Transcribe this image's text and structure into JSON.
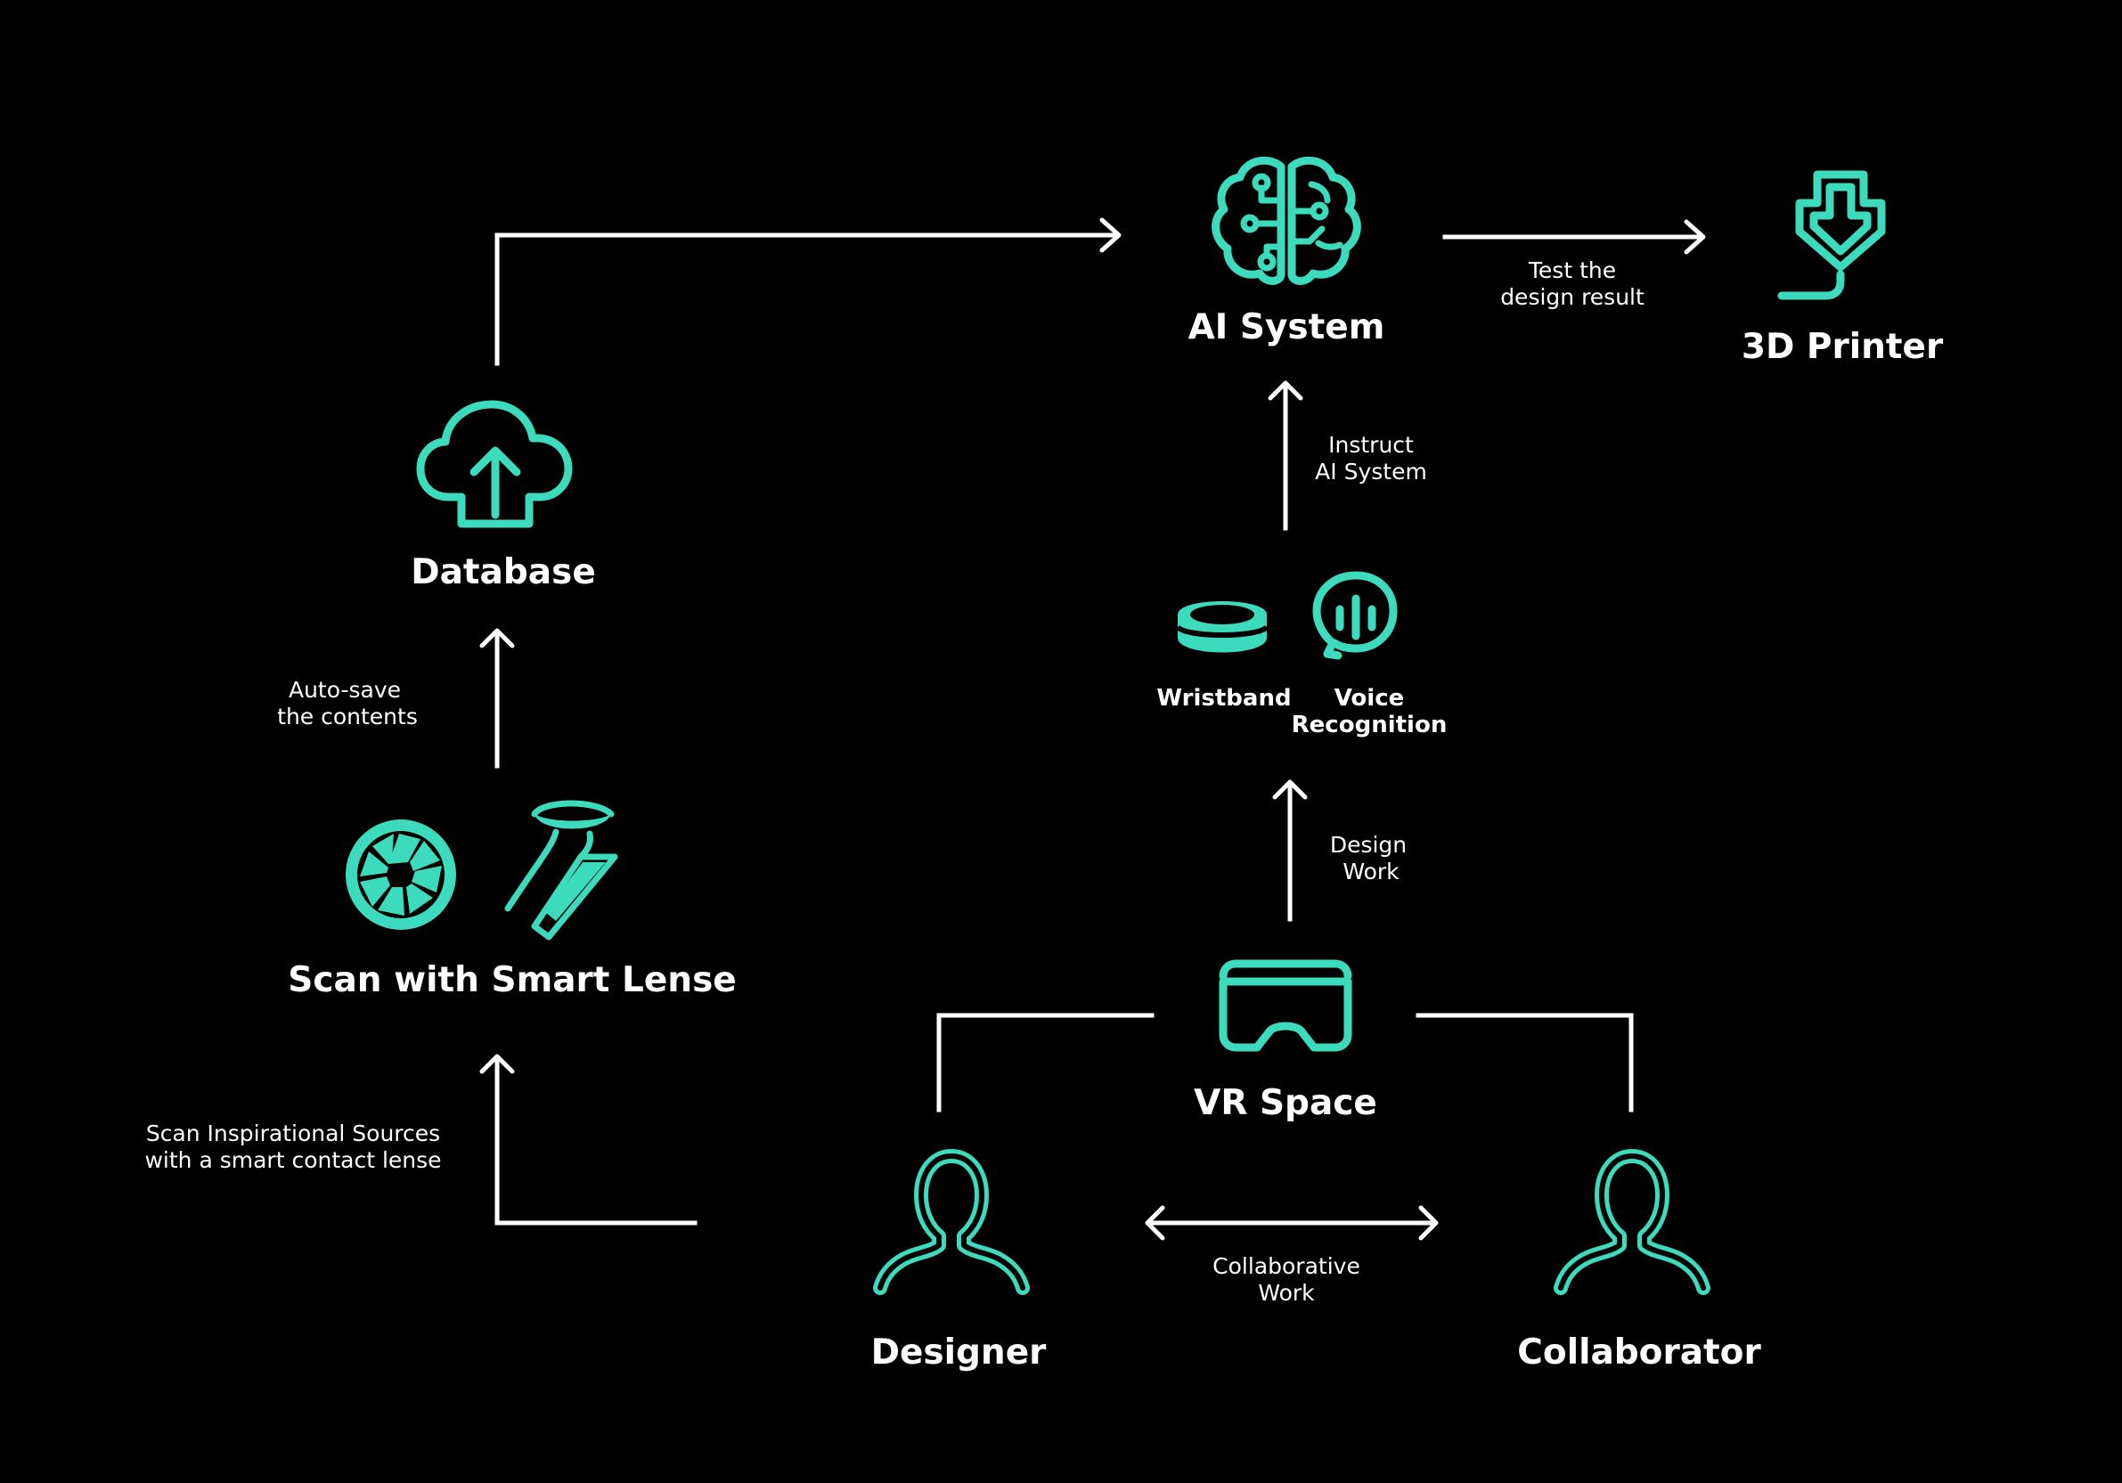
{
  "colors": {
    "background": "#000000",
    "accent": "#3ddbbd",
    "line": "#ffffff"
  },
  "nodes": {
    "ai_system": {
      "label": "AI System",
      "icon": "brain-circuit-icon"
    },
    "printer": {
      "label": "3D Printer",
      "icon": "3d-printer-nozzle-icon"
    },
    "database": {
      "label": "Database",
      "icon": "cloud-upload-icon"
    },
    "scan": {
      "label": "Scan with Smart Lense",
      "icon": "camera-aperture-icon"
    },
    "lens": {
      "icon": "contact-lens-finger-icon"
    },
    "wristband": {
      "label": "Wristband",
      "icon": "wristband-icon"
    },
    "voice": {
      "label_line1": "Voice",
      "label_line2": "Recognition",
      "icon": "voice-chat-icon"
    },
    "vr": {
      "label": "VR Space",
      "icon": "vr-headset-icon"
    },
    "designer": {
      "label": "Designer",
      "icon": "person-icon"
    },
    "collaborator": {
      "label": "Collaborator",
      "icon": "person-icon"
    }
  },
  "edges": {
    "test": {
      "line1": "Test the",
      "line2": "design result"
    },
    "instruct": {
      "line1": "Instruct",
      "line2": "AI System"
    },
    "autosave": {
      "line1": "Auto-save",
      "line2": "the contents"
    },
    "design_work": {
      "line1": "Design",
      "line2": "Work"
    },
    "scan_sources": {
      "line1": "Scan Inspirational Sources",
      "line2": "with a smart contact lense"
    },
    "collab": {
      "line1": "Collaborative",
      "line2": "Work"
    }
  }
}
